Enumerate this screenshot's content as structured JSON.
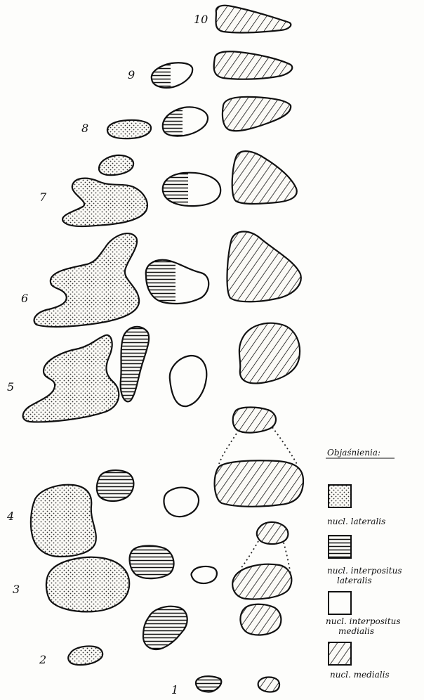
{
  "section_numbers": [
    "10",
    "9",
    "8",
    "7",
    "6",
    "5",
    "4",
    "3",
    "2",
    "1"
  ],
  "legend": {
    "title": "Objaśnienia:",
    "items": [
      {
        "label_lines": [
          "nucl. lateralis"
        ],
        "pattern": "dots"
      },
      {
        "label_lines": [
          "nucl. interpositus",
          "lateralis"
        ],
        "pattern": "horizontal-lines"
      },
      {
        "label_lines": [
          "nucl. interpositus",
          "medialis"
        ],
        "pattern": "blank"
      },
      {
        "label_lines": [
          "nucl. medialis"
        ],
        "pattern": "diagonal-lines"
      }
    ]
  }
}
